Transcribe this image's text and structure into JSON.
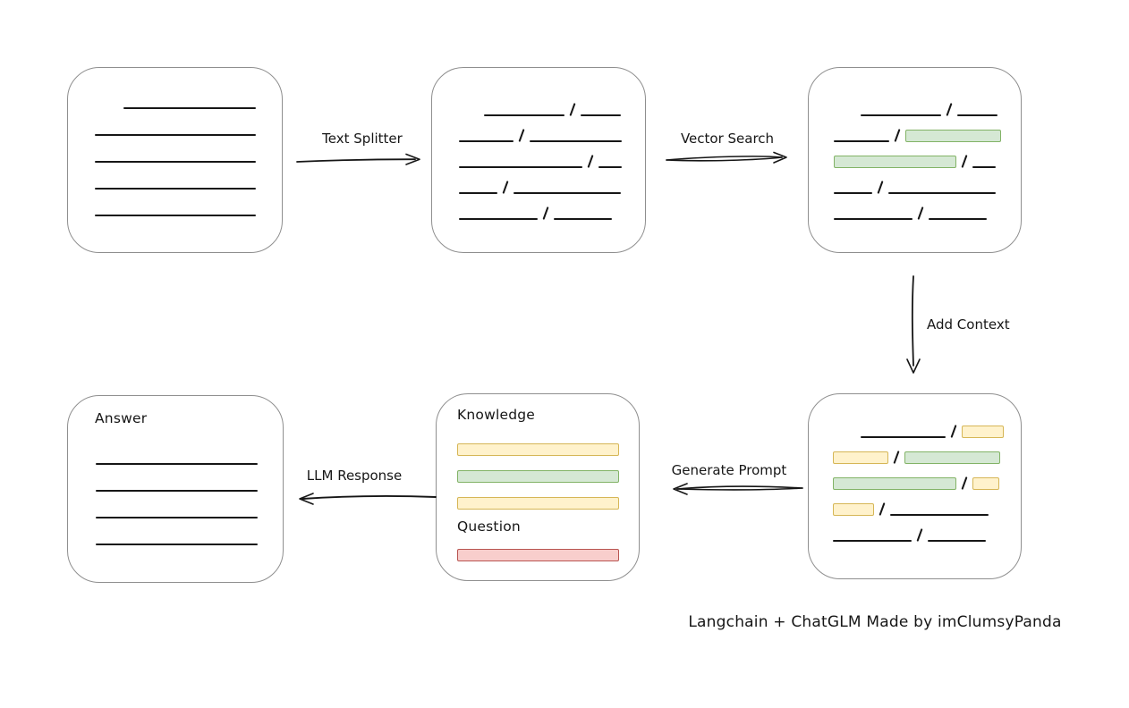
{
  "colors": {
    "ink": "#161616",
    "box_border": "#8f8f8f",
    "green_fill": "#d5e8d4",
    "green_stroke": "#82b366",
    "yellow_fill": "#fff2cc",
    "yellow_stroke": "#d6b656",
    "red_fill": "#f8cecc",
    "red_stroke": "#b85450"
  },
  "labels": {
    "text_splitter": "Text Splitter",
    "vector_search": "Vector Search",
    "add_context": "Add Context",
    "generate_prompt": "Generate Prompt",
    "llm_response": "LLM Response"
  },
  "boxes": {
    "document": {
      "lines": [
        {
          "indent": 62,
          "w": 148
        },
        {
          "indent": 30,
          "w": 180
        },
        {
          "indent": 30,
          "w": 180
        },
        {
          "indent": 30,
          "w": 180
        },
        {
          "indent": 30,
          "w": 180
        }
      ]
    },
    "split_chunks": {
      "rows": [
        {
          "indent": 58,
          "segs": [
            {
              "kind": "line",
              "w": 90
            },
            {
              "kind": "line",
              "w": 45
            }
          ]
        },
        {
          "indent": 30,
          "segs": [
            {
              "kind": "line",
              "w": 61
            },
            {
              "kind": "line",
              "w": 103
            }
          ]
        },
        {
          "indent": 30,
          "segs": [
            {
              "kind": "line",
              "w": 138
            },
            {
              "kind": "line",
              "w": 26
            }
          ]
        },
        {
          "indent": 30,
          "segs": [
            {
              "kind": "line",
              "w": 43
            },
            {
              "kind": "line",
              "w": 120
            }
          ]
        },
        {
          "indent": 30,
          "segs": [
            {
              "kind": "line",
              "w": 88
            },
            {
              "kind": "line",
              "w": 65
            }
          ]
        }
      ]
    },
    "matched_chunks": {
      "rows": [
        {
          "indent": 58,
          "segs": [
            {
              "kind": "line",
              "w": 90
            },
            {
              "kind": "line",
              "w": 45
            }
          ]
        },
        {
          "indent": 28,
          "segs": [
            {
              "kind": "line",
              "w": 62
            },
            {
              "kind": "green",
              "w": 107
            }
          ]
        },
        {
          "indent": 28,
          "segs": [
            {
              "kind": "green",
              "w": 137
            },
            {
              "kind": "line",
              "w": 26
            }
          ]
        },
        {
          "indent": 28,
          "segs": [
            {
              "kind": "line",
              "w": 43
            },
            {
              "kind": "line",
              "w": 120
            }
          ]
        },
        {
          "indent": 28,
          "segs": [
            {
              "kind": "line",
              "w": 88
            },
            {
              "kind": "line",
              "w": 65
            }
          ]
        }
      ]
    },
    "context_chunks": {
      "rows": [
        {
          "indent": 58,
          "segs": [
            {
              "kind": "line",
              "w": 95
            },
            {
              "kind": "yellow",
              "w": 47
            }
          ]
        },
        {
          "indent": 27,
          "segs": [
            {
              "kind": "yellow",
              "w": 62
            },
            {
              "kind": "green",
              "w": 107
            }
          ]
        },
        {
          "indent": 27,
          "segs": [
            {
              "kind": "green",
              "w": 138
            },
            {
              "kind": "yellow",
              "w": 30
            }
          ]
        },
        {
          "indent": 27,
          "segs": [
            {
              "kind": "yellow",
              "w": 46
            },
            {
              "kind": "line",
              "w": 110
            }
          ]
        },
        {
          "indent": 27,
          "segs": [
            {
              "kind": "line",
              "w": 88
            },
            {
              "kind": "line",
              "w": 65
            }
          ]
        }
      ]
    },
    "prompt": {
      "knowledge_label": "Knowledge",
      "question_label": "Question",
      "knowledge_bars": [
        {
          "kind": "yellow"
        },
        {
          "kind": "green"
        },
        {
          "kind": "yellow"
        }
      ],
      "question_bars": [
        {
          "kind": "red"
        }
      ]
    },
    "answer": {
      "title": "Answer",
      "lines": [
        {
          "indent": 31,
          "w": 181
        },
        {
          "indent": 31,
          "w": 181
        },
        {
          "indent": 31,
          "w": 181
        },
        {
          "indent": 31,
          "w": 181
        }
      ]
    }
  },
  "caption": "Langchain + ChatGLM Made by imClumsyPanda"
}
